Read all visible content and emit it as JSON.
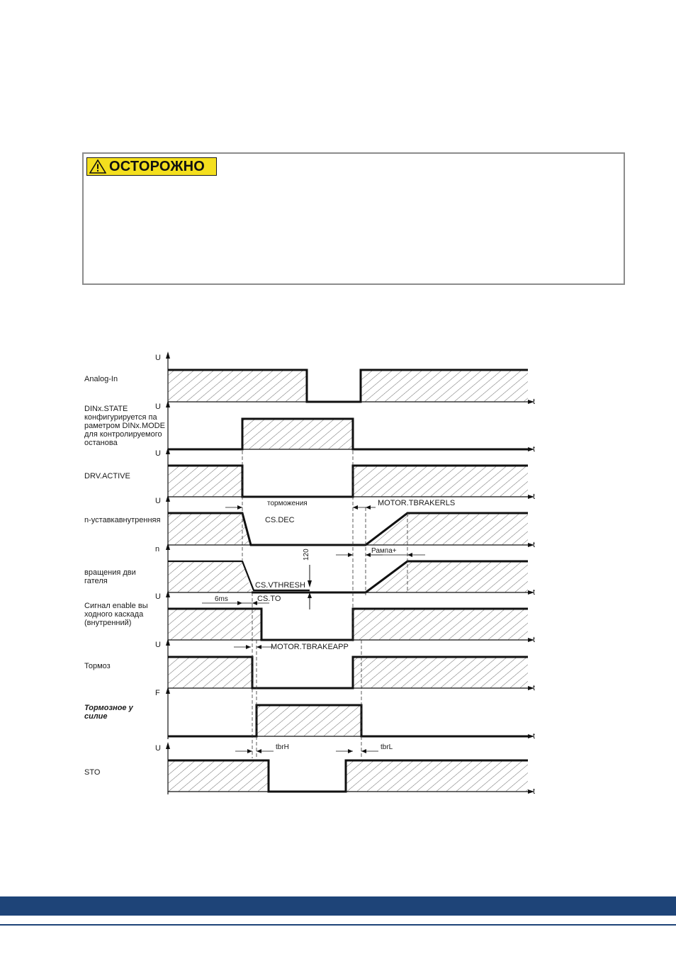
{
  "warning": {
    "title": "ОСТОРОЖНО",
    "icon": "warning-triangle-icon",
    "color": "#f4df1e"
  },
  "diagram": {
    "axis_t": "t",
    "signals": [
      {
        "id": "analog-in",
        "axis": "U",
        "label_lines": [
          "Analog-In"
        ],
        "italic_bold": false
      },
      {
        "id": "dinx-state",
        "axis": "U",
        "label_lines": [
          "DINx.STATE",
          "конфигурируется па",
          "раметром DINx.MODE",
          "для контролируемого",
          "останова"
        ],
        "italic_bold": false
      },
      {
        "id": "drv-active",
        "axis": "U",
        "label_lines": [
          "DRV.ACTIVE"
        ],
        "italic_bold": false
      },
      {
        "id": "n-setpoint",
        "axis": "U",
        "label_lines": [
          "n-уставкавнутренняя"
        ],
        "italic_bold": false
      },
      {
        "id": "motor-speed",
        "axis": "n",
        "label_lines": [
          "вращения дви",
          "гателя"
        ],
        "italic_bold": false
      },
      {
        "id": "enable-signal",
        "axis": "U",
        "label_lines": [
          "Сигнал enable вы",
          "ходного каскада",
          "(внутренний)"
        ],
        "italic_bold": false
      },
      {
        "id": "brake",
        "axis": "U",
        "label_lines": [
          "Тормоз"
        ],
        "italic_bold": false
      },
      {
        "id": "brake-force",
        "axis": "F",
        "label_lines": [
          "Тормозное у",
          "силие"
        ],
        "italic_bold": true
      },
      {
        "id": "sto",
        "axis": "U",
        "label_lines": [
          "STO"
        ],
        "italic_bold": false
      }
    ],
    "annotations": {
      "braking": "торможения",
      "cs_dec": "CS.DEC",
      "motor_tbrakerls": "MOTOR.TBRAKERLS",
      "ramp_plus": "Рампа+",
      "value_120": "120",
      "cs_vthresh": "CS.VTHRESH",
      "ms6": "6ms",
      "cs_to": "CS.TO",
      "motor_tbrakeapp": "MOTOR.TBRAKEAPP",
      "tbrh": "tbrH",
      "tbrl": "tbrL"
    }
  },
  "colors": {
    "footer": "#1e4478",
    "warning_border": "#8c8c8c"
  }
}
